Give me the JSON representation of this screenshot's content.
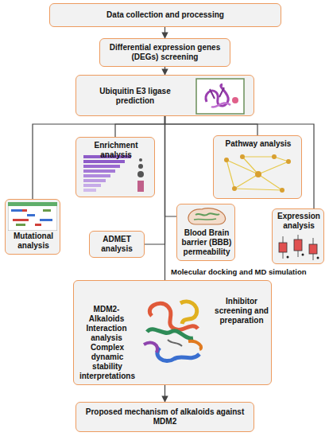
{
  "diagram": {
    "nodes": [
      {
        "text": [
          "Data collection and processing"
        ]
      },
      {
        "text": [
          "Differential expression genes (DEGs) screening"
        ]
      },
      {
        "text": [
          "Ubiquitin E3 ligase prediction"
        ]
      },
      {
        "text": [
          "Enrichment analysis"
        ]
      },
      {
        "text": [
          "Pathway analysis"
        ]
      },
      {
        "text": [
          "Mutational analysis"
        ]
      },
      {
        "text": [
          "Expression analysis"
        ]
      },
      {
        "text": [
          "ADMET analysis"
        ]
      },
      {
        "text": [
          "Blood Brain barrier (BBB) permeability"
        ]
      },
      {
        "text": [
          "Molecular docking and MD simulation",
          "MDM2-Alkaloids Interaction analysis",
          "Inhibitor screening and preparation",
          "Complex dynamic stability interpretations"
        ]
      },
      {
        "text": [
          "Proposed mechanism of alkaloids against MDM2"
        ]
      }
    ],
    "edges": [
      {
        "from": 0,
        "to": 1,
        "arrow": "to"
      },
      {
        "from": 1,
        "to": 2,
        "arrow": "to"
      },
      {
        "from": 2,
        "to": 3,
        "arrow": "none"
      },
      {
        "from": 2,
        "to": 4,
        "arrow": "none"
      },
      {
        "from": 2,
        "to": 5,
        "arrow": "none"
      },
      {
        "from": 2,
        "to": 6,
        "arrow": "none"
      },
      {
        "from": 2,
        "to": 7,
        "arrow": "none"
      },
      {
        "from": 2,
        "to": 8,
        "arrow": "none"
      },
      {
        "from": 2,
        "to": 9,
        "arrow": "none"
      },
      {
        "from": 9,
        "to": 10,
        "arrow": "to"
      }
    ]
  }
}
